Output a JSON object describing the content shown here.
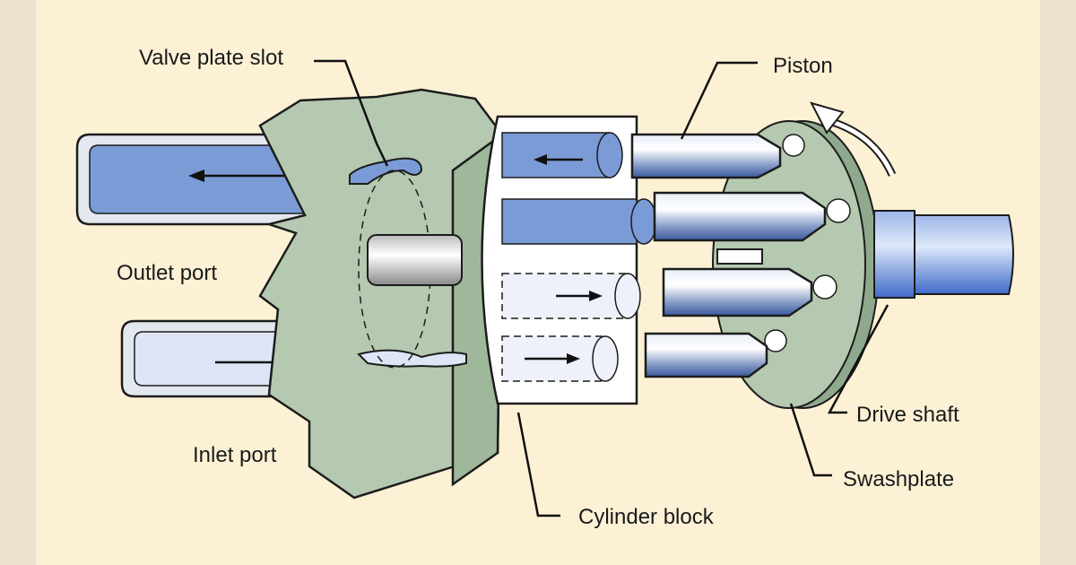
{
  "labels": {
    "valve_plate_slot": "Valve plate slot",
    "piston": "Piston",
    "outlet_port": "Outlet port",
    "inlet_port": "Inlet port",
    "cylinder_block": "Cylinder block",
    "swashplate": "Swashplate",
    "drive_shaft": "Drive shaft"
  },
  "colors": {
    "background": "#fcf1d5",
    "housing": "#b5c9b0",
    "outlet_fluid": "#7b9bd6",
    "inlet_fluid": "#dde5f6",
    "shaft": "#5f86d6"
  }
}
